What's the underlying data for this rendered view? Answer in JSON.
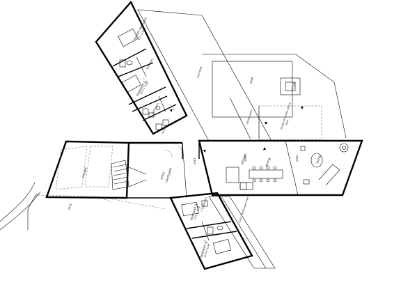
{
  "labels": {
    "master_bedroom": "master bedroom",
    "master_bedroom_size": "13'2 x 12'2",
    "bedroom2": "bedroom 2",
    "bedroom2_size": "12'4 x 11'8",
    "bedroom3": "bedroom 3",
    "bedroom3_size": "12'4 x 11'8",
    "bedroom4": "bedroom 4",
    "bedroom4_size": "12'4 x 11'9",
    "bathroom": "bathroom",
    "laundry": "laundry",
    "carport": "carport",
    "entry": "entry",
    "courtyard": "courtyard",
    "kitchen": "kitchen",
    "dining": "dining",
    "living": "living",
    "pool": "pool",
    "hot_tub": "hot tub",
    "dining_patio": "dining patio",
    "lawn": "lawn",
    "shade_structure": "shade structure above",
    "rock_landscape_area": "rock / landscape area",
    "pool_deck": "pool deck"
  },
  "dimensions": {
    "d1": "2667",
    "d2": "2666",
    "d3": "2665",
    "d4": "2613"
  },
  "colors": {
    "wall": "#000000",
    "background": "#ffffff"
  }
}
